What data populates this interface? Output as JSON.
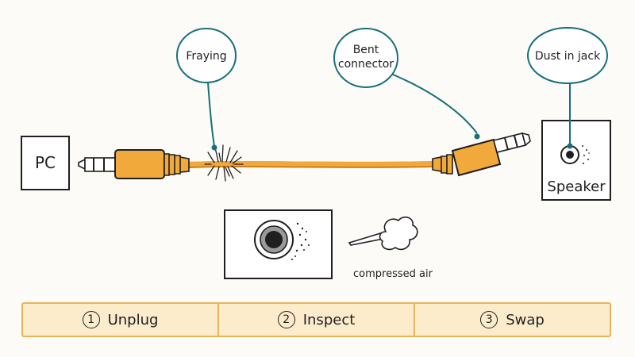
{
  "devices": {
    "pc_label": "PC",
    "speaker_label": "Speaker"
  },
  "callouts": [
    {
      "id": "fraying",
      "text_lines": [
        "Fraying"
      ]
    },
    {
      "id": "bent",
      "text_lines": [
        "Bent",
        "connector"
      ]
    },
    {
      "id": "dust",
      "text_lines": [
        "Dust in jack"
      ]
    }
  ],
  "inset": {
    "caption": "compressed air"
  },
  "steps": [
    {
      "number": "1",
      "label": "Unplug"
    },
    {
      "number": "2",
      "label": "Inspect"
    },
    {
      "number": "3",
      "label": "Swap"
    }
  ],
  "colors": {
    "cable": "#f2a93b",
    "cable_dark": "#c9821c",
    "callout_stroke": "#17707a",
    "steps_fill": "#fdeccc",
    "steps_border": "#e8b45a"
  }
}
